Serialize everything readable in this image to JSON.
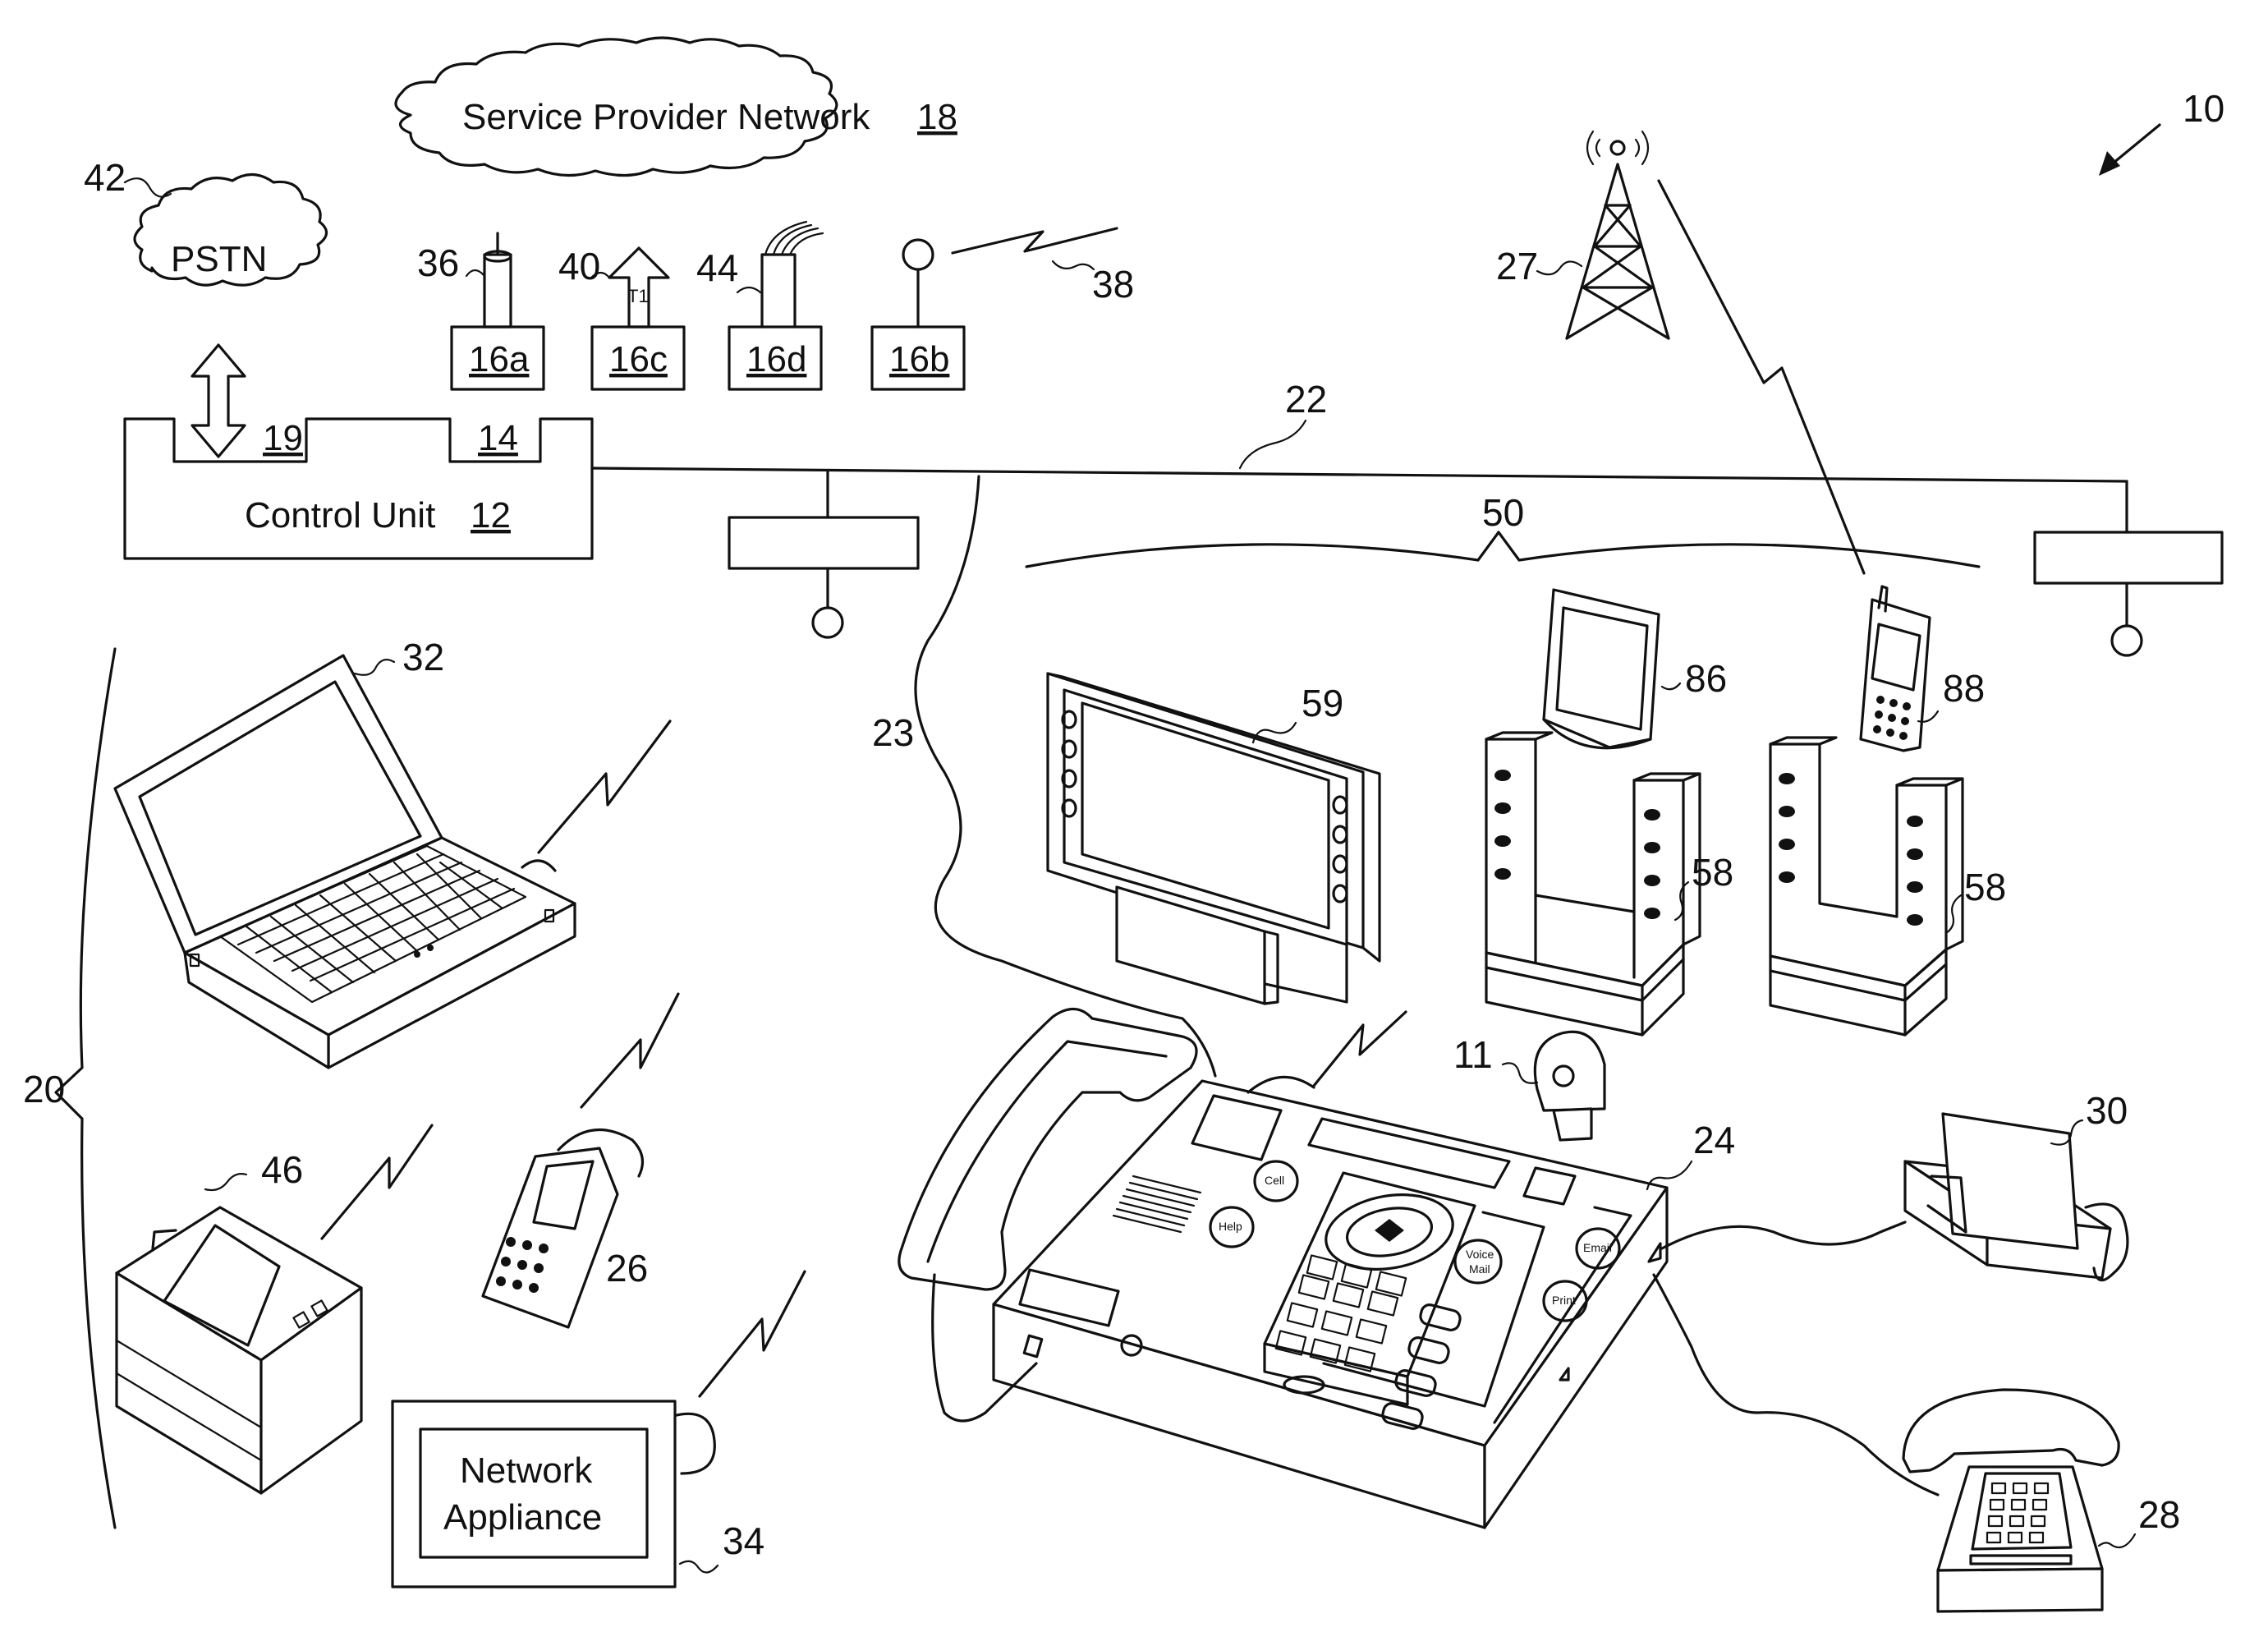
{
  "labels": {
    "cloud_network": "Service Provider Network",
    "cloud_network_num": "18",
    "pstn": "PSTN",
    "control_unit": "Control Unit",
    "control_unit_num": "12",
    "slot_19": "19",
    "slot_14": "14",
    "box_16a": "16a",
    "box_16c": "16c",
    "box_16d": "16d",
    "box_16b": "16b",
    "t1": "T1",
    "network_appliance_line1": "Network",
    "network_appliance_line2": "Appliance",
    "btn_cell": "Cell",
    "btn_help": "Help",
    "btn_voicemail_1": "Voice",
    "btn_voicemail_2": "Mail",
    "btn_email": "Email",
    "btn_print": "Print"
  },
  "refs": {
    "r10": "10",
    "r42": "42",
    "r36": "36",
    "r40": "40",
    "r44": "44",
    "r38": "38",
    "r27": "27",
    "r22": "22",
    "r50": "50",
    "r32": "32",
    "r59": "59",
    "r86": "86",
    "r88": "88",
    "r23": "23",
    "r58a": "58",
    "r58b": "58",
    "r20": "20",
    "r11": "11",
    "r24": "24",
    "r30": "30",
    "r46": "46",
    "r26": "26",
    "r34": "34",
    "r28": "28"
  },
  "icons": [
    "cloud-icon",
    "tower-icon",
    "laptop-icon",
    "printer-icon",
    "mobile-phone-icon",
    "cell-phone-icon",
    "pda-icon",
    "display-tablet-icon",
    "cradle-icon",
    "desk-phone-base-icon",
    "handset-icon",
    "camera-icon",
    "fax-icon",
    "telephone-icon",
    "wireless-link-icon",
    "antenna-icon",
    "cable-icon"
  ]
}
